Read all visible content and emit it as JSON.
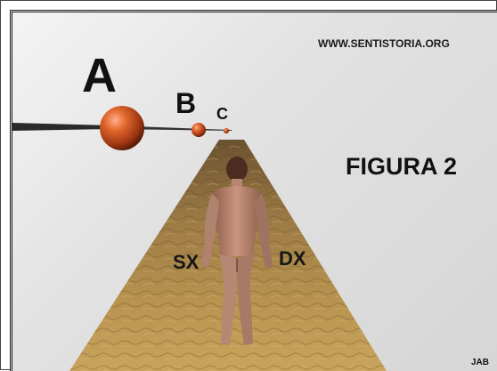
{
  "watermark": "WWW.SENTISTORIA.ORG",
  "figure_title": "FIGURA 2",
  "spheres": {
    "a_label": "A",
    "b_label": "B",
    "c_label": "C"
  },
  "figure_sides": {
    "left_label": "SX",
    "right_label": "DX"
  },
  "signature": "JAB",
  "colors": {
    "background": "#dcdcdc",
    "sphere": "#d2551f",
    "path": "#8a6a38",
    "text": "#111111"
  }
}
